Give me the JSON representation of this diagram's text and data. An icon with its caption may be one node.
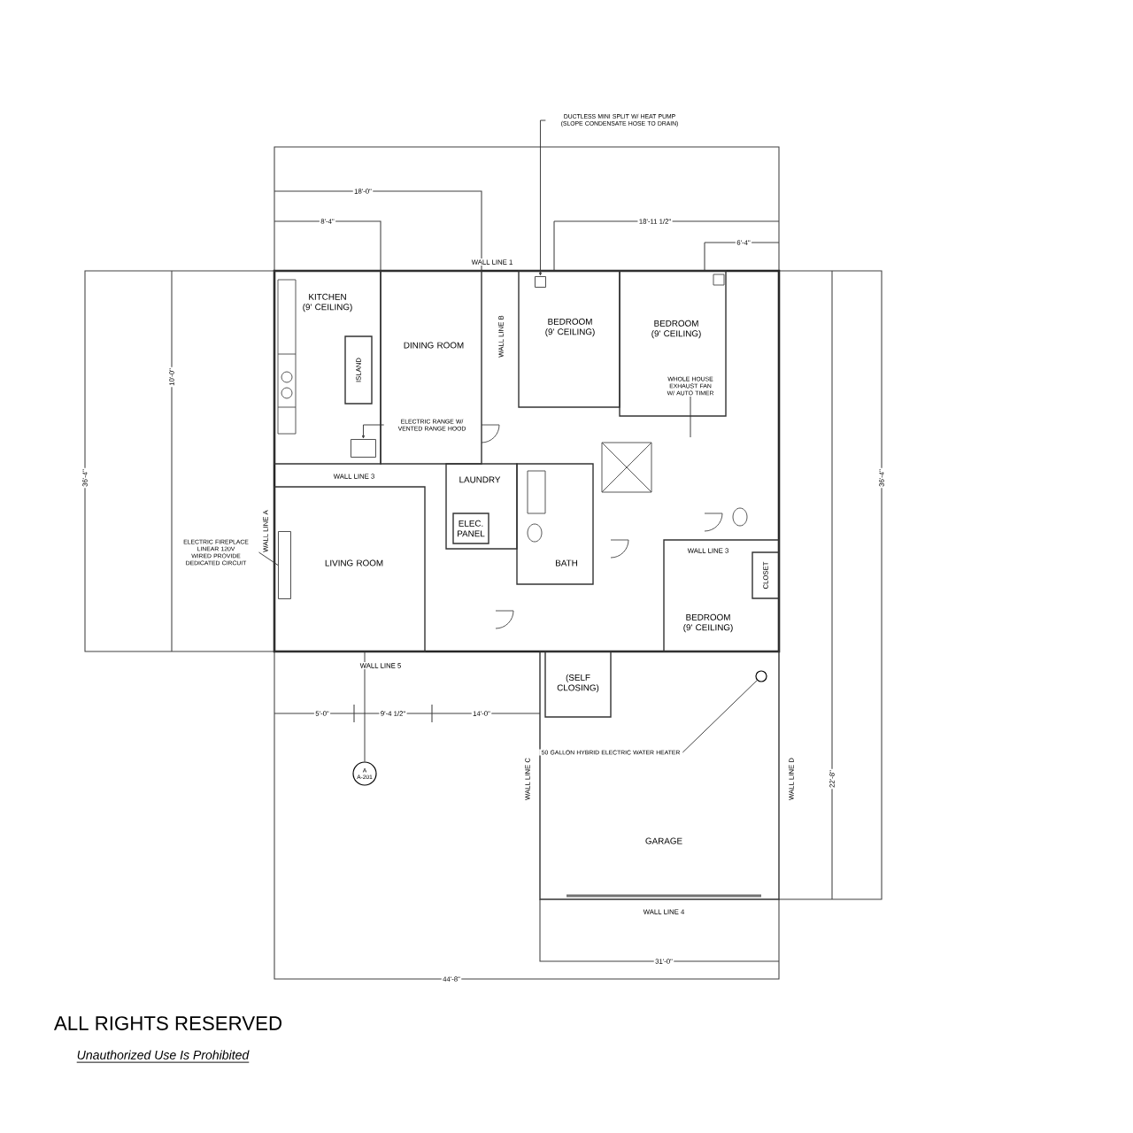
{
  "diagram": {
    "nodes": [
      {
        "text": [
          "KITCHEN (9' CEILING)"
        ]
      },
      {
        "text": [
          "DINING ROOM"
        ]
      },
      {
        "text": [
          "ISLAND"
        ],
        "in": 0
      },
      {
        "text": [
          "BEDROOM (9' CEILING)"
        ]
      },
      {
        "text": [
          "BEDROOM (9' CEILING)"
        ]
      },
      {
        "text": [
          "LAUNDRY"
        ]
      },
      {
        "text": [
          "ELEC. PANEL"
        ],
        "in": 5
      },
      {
        "text": [
          "BATH"
        ]
      },
      {
        "text": [
          "LIVING ROOM"
        ]
      },
      {
        "text": [
          "BEDROOM (9' CEILING)"
        ]
      },
      {
        "text": [
          "CLOSET"
        ],
        "in": 9
      },
      {
        "text": [
          "GARAGE"
        ]
      },
      {
        "text": [
          "(SELF CLOSING)"
        ],
        "in": 11
      },
      {
        "text": [],
        "shape": "circle",
        "in": 11
      },
      {
        "text": [
          "A",
          "A-201"
        ]
      },
      {
        "text": [
          "DUCTLESS MINI SPLIT W/ HEAT PUMP (SLOPE CONDENSATE HOSE TO DRAIN)"
        ]
      },
      {
        "text": [
          "ELECTRIC RANGE W/ VENTED RANGE HOOD"
        ],
        "in": 1
      },
      {
        "text": [
          "ELECTRIC FIREPLACE LINEAR 120V WIRED PROVIDE DEDICATED CIRCUIT"
        ]
      },
      {
        "text": [
          "WHOLE HOUSE EXHAUST FAN W/ AUTO TIMER"
        ],
        "in": 4
      },
      {
        "text": [
          "50 GALLON HYBRID ELECTRIC WATER HEATER"
        ],
        "in": 11
      },
      {
        "text": [],
        "shape": "box",
        "in": 3
      },
      {
        "text": [],
        "shape": "box",
        "in": 0
      },
      {
        "text": [],
        "shape": "box",
        "in": 8
      }
    ],
    "edges": [
      {
        "from": 15,
        "to": 20,
        "arrow": "to"
      },
      {
        "from": 16,
        "to": 21,
        "arrow": "to"
      },
      {
        "from": 17,
        "to": 22,
        "arrow": "none"
      },
      {
        "from": 18,
        "to": null,
        "arrow": "none"
      },
      {
        "from": 19,
        "to": 13,
        "arrow": "none"
      },
      {
        "from": 14,
        "to": 8,
        "arrow": "none"
      }
    ],
    "labels": [
      "WALL LINE 1",
      "WALL LINE B",
      "WALL LINE 3",
      "WALL LINE A",
      "WALL LINE 5",
      "WALL LINE 3",
      "WALL LINE C",
      "WALL LINE D",
      "WALL LINE 4",
      "18'-0\"",
      "8'-4\"",
      "18'-11 1/2\"",
      "6'-4\"",
      "36'-4\"",
      "10'-0\"",
      "36'-4\"",
      "5'-0\"",
      "9'-4 1/2\"",
      "14'-0\"",
      "22'-8\"",
      "31'-0\"",
      "44'-8\"",
      "ALL RIGHTS RESERVED",
      "Unauthorized Use Is Prohibited"
    ]
  }
}
